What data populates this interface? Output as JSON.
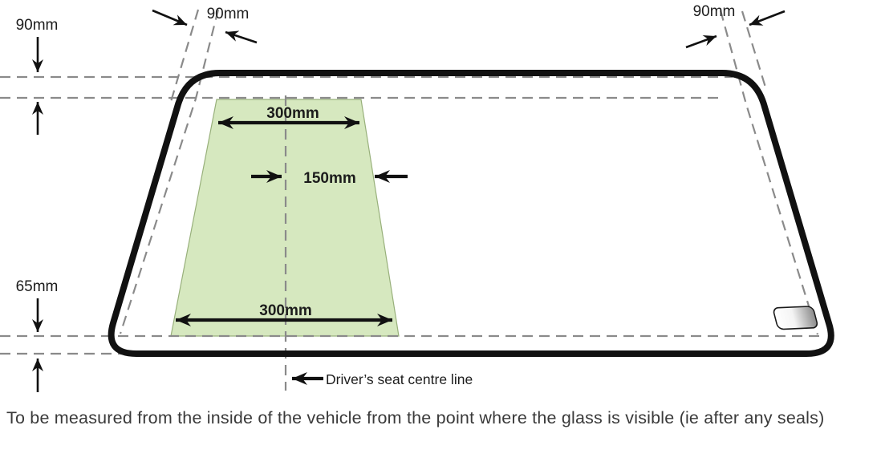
{
  "diagram": {
    "type": "windscreen-measurement-zone-diagram",
    "labels": {
      "top_left_offset": "90mm",
      "top_centre_offset": "90mm",
      "top_right_offset": "90mm",
      "bottom_left_offset": "65mm",
      "zone_top_width": "300mm",
      "zone_half_width": "150mm",
      "zone_bottom_width": "300mm",
      "centre_line": "Driver’s seat centre line"
    },
    "caption": "To be measured from the inside of the vehicle from the point where the glass is visible (ie after any seals)",
    "colors": {
      "zone_fill": "#d6e8bf",
      "zone_border": "#98b07b",
      "outline": "#111111",
      "dashed_line": "#8a8a8a",
      "caption_text": "#3a3a3a"
    }
  }
}
